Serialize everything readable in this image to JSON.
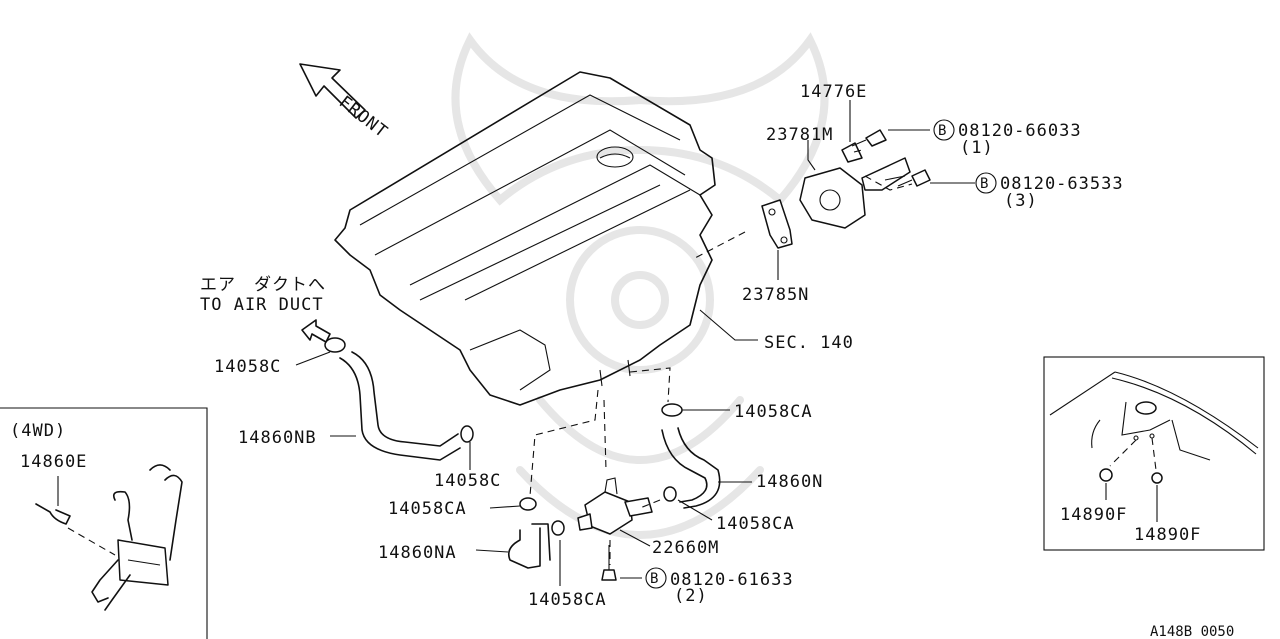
{
  "front_label": "FRONT",
  "air_duct_jp": "エア　ダクトへ",
  "air_duct_en": "TO AIR DUCT",
  "inset_4wd": {
    "title": "(4WD)",
    "part": "14860E"
  },
  "inset_right": {
    "part_left": "14890F",
    "part_right": "14890F"
  },
  "parts": {
    "p14776E": "14776E",
    "p23781M": "23781M",
    "bolt1_code": "08120-66033",
    "bolt1_qty": "(1)",
    "bolt2_code": "08120-63533",
    "bolt2_qty": "(3)",
    "p23785N": "23785N",
    "sec140": "SEC. 140",
    "p14058C_top": "14058C",
    "p14860NB": "14860NB",
    "p14058C_mid": "14058C",
    "p14058CA_top": "14058CA",
    "p14860N": "14860N",
    "p14058CA_left": "14058CA",
    "p14058CA_right": "14058CA",
    "p14860NA": "14860NA",
    "p22660M": "22660M",
    "bolt3_code": "08120-61633",
    "bolt3_qty": "(2)",
    "p14058CA_bottom": "14058CA"
  },
  "bolt_mark": "B",
  "figure_code": "A148B 0050"
}
